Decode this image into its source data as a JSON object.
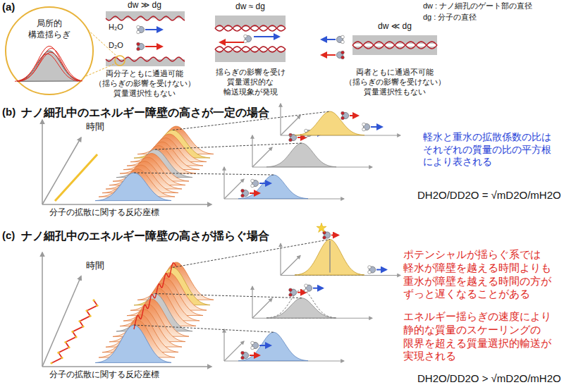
{
  "diagram": {
    "nodes": [
      {
        "text": [
          "局所的 構造揺らぎ"
        ]
      }
    ],
    "labels": [
      "(a)",
      "dw ≫ dg",
      "H₂O",
      "D₂O",
      "両分子ともに通過可能 （揺らぎの影響を受けない） 質量選択性もない",
      "dw ≈ dg",
      "揺らぎの影響を受け 質量選択的な 輸送現象が発現",
      "dw : ナノ細孔のゲート部の直径",
      "dg : 分子の直径",
      "dw ≪ dg",
      "両者ともに通過不可能 （揺らぎの影響を受けない） 質量選択性もない",
      "(b)",
      "ナノ細孔中のエネルギー障壁の高さが一定の場合",
      "時間",
      "分子の拡散に関する反応座標",
      "軽水と重水の拡散係数の比は それぞれの質量の比の平方根 により表される",
      "DH2O/DD2O = √mD2O/mH2O",
      "(c)",
      "ナノ細孔中のエネルギー障壁の高さが揺らぐ場合",
      "時間",
      "分子の拡散に関する反応座標",
      "ポテンシャルが揺らぐ系では 軽水が障壁を越える時間よりも 重水が障壁を越える時間の方が ずっと遅くなることがある",
      "エネルギー揺らぎの速度により 静的な質量のスケーリングの 限界を超える質量選択的輸送が 実現される",
      "DH2O/DD2O > √mD2O/mH2O"
    ]
  }
}
